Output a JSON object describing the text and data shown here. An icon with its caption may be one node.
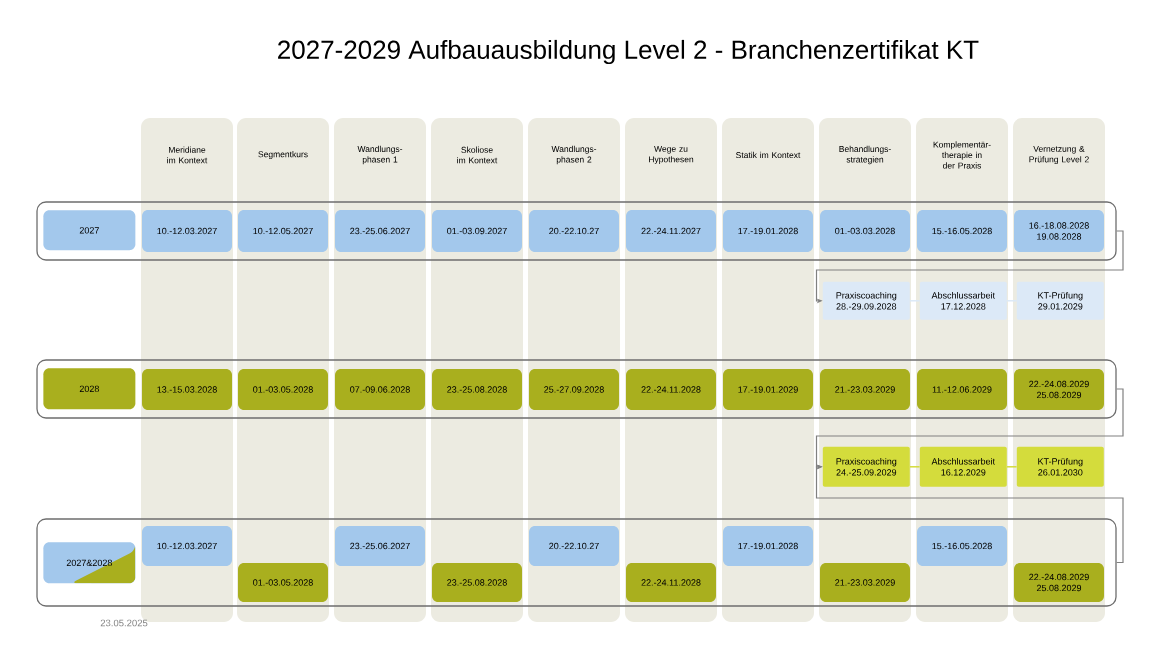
{
  "diagram": {
    "title": "2027-2029 Aufbauausbildung Level 2 - Branchenzertifikat KT",
    "nodes": [
      {
        "text": [
          "Meridiane im Kontext"
        ]
      },
      {
        "text": [
          "Segmentkurs"
        ]
      },
      {
        "text": [
          "Wandlungs-phasen 1"
        ]
      },
      {
        "text": [
          "Skoliose im Kontext"
        ]
      },
      {
        "text": [
          "Wandlungs-phasen 2"
        ]
      },
      {
        "text": [
          "Wege zu Hypothesen"
        ]
      },
      {
        "text": [
          "Statik im Kontext"
        ]
      },
      {
        "text": [
          "Behandlungs-strategien"
        ]
      },
      {
        "text": [
          "Komplementär-therapie in der Praxis"
        ]
      },
      {
        "text": [
          "Vernetzung & Prüfung Level 2"
        ]
      },
      {
        "text": [],
        "shape": "box"
      },
      {
        "text": [
          "2027"
        ],
        "in": 10
      },
      {
        "text": [
          "10.-12.03.2027"
        ]
      },
      {
        "text": [
          "10.-12.05.2027"
        ]
      },
      {
        "text": [
          "23.-25.06.2027"
        ]
      },
      {
        "text": [
          "01.-03.09.2027"
        ]
      },
      {
        "text": [
          "20.-22.10.27"
        ]
      },
      {
        "text": [
          "22.-24.11.2027"
        ]
      },
      {
        "text": [
          "17.-19.01.2028"
        ]
      },
      {
        "text": [
          "01.-03.03.2028"
        ]
      },
      {
        "text": [
          "15.-16.05.2028"
        ]
      },
      {
        "text": [
          "16.-18.08.2028 19.08.2028"
        ]
      },
      {
        "text": [
          "Praxiscoaching",
          "28.-29.09.2028"
        ],
        "in": 7
      },
      {
        "text": [
          "Abschlussarbeit",
          "17.12.2028"
        ],
        "in": 8
      },
      {
        "text": [
          "KT-Prüfung",
          "29.01.2029"
        ],
        "in": 9
      },
      {
        "text": [],
        "shape": "box"
      },
      {
        "text": [
          "2028"
        ],
        "in": 25
      },
      {
        "text": [
          "13.-15.03.2028"
        ]
      },
      {
        "text": [
          "01.-03.05.2028"
        ]
      },
      {
        "text": [
          "07.-09.06.2028"
        ]
      },
      {
        "text": [
          "23.-25.08.2028"
        ]
      },
      {
        "text": [
          "25.-27.09.2028"
        ]
      },
      {
        "text": [
          "22.-24.11.2028"
        ]
      },
      {
        "text": [
          "17.-19.01.2029"
        ]
      },
      {
        "text": [
          "21.-23.03.2029"
        ]
      },
      {
        "text": [
          "11.-12.06.2029"
        ]
      },
      {
        "text": [
          "22.-24.08.2029 25.08.2029"
        ]
      },
      {
        "text": [
          "Praxiscoaching",
          "24.-25.09.2029"
        ],
        "in": 7
      },
      {
        "text": [
          "Abschlussarbeit",
          "16.12.2029"
        ],
        "in": 8
      },
      {
        "text": [
          "KT-Prüfung",
          "26.01.2030"
        ],
        "in": 9
      },
      {
        "text": [],
        "shape": "box"
      },
      {
        "text": [
          "2027&2028"
        ],
        "in": 40
      },
      {
        "text": [
          "10.-12.03.2027"
        ]
      },
      {
        "text": [
          "01.-03.05.2028"
        ]
      },
      {
        "text": [
          "23.-25.06.2027"
        ]
      },
      {
        "text": [
          "23.-25.08.2028"
        ]
      },
      {
        "text": [
          "20.-22.10.27"
        ]
      },
      {
        "text": [
          "22.-24.11.2028"
        ]
      },
      {
        "text": [
          "17.-19.01.2028"
        ]
      },
      {
        "text": [
          "21.-23.03.2029"
        ]
      },
      {
        "text": [
          "15.-16.05.2028"
        ]
      },
      {
        "text": [
          "22.-24.08.2029 25.08.2029"
        ]
      }
    ],
    "edges": [
      {
        "from": 10,
        "to": 22,
        "arrow": "to"
      },
      {
        "from": 22,
        "to": 23,
        "arrow": "none",
        "color": "#dce9f7"
      },
      {
        "from": 23,
        "to": 24,
        "arrow": "none",
        "color": "#dce9f7"
      },
      {
        "from": 25,
        "to": 37,
        "arrow": "to"
      },
      {
        "from": 37,
        "to": 38,
        "arrow": "none",
        "color": "#d4dc3c"
      },
      {
        "from": 38,
        "to": 39,
        "arrow": "none",
        "color": "#d4dc3c"
      },
      {
        "from": 40,
        "to": 37,
        "arrow": "to"
      }
    ],
    "labels": [
      "23.05.2025"
    ]
  }
}
